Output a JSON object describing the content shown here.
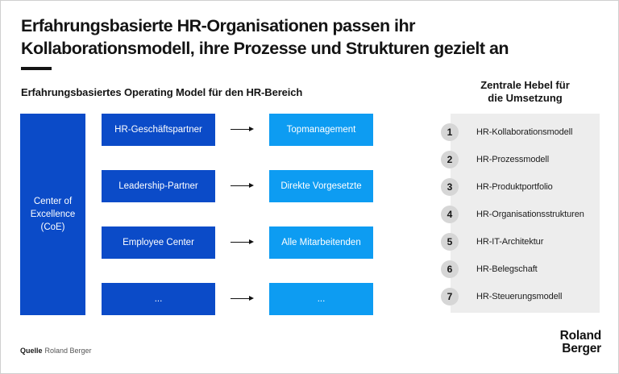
{
  "title": {
    "lines": [
      "Erfahrungsbasierte HR-Organisationen passen ihr",
      "Kollaborationsmodell, ihre Prozesse und Strukturen gezielt an"
    ]
  },
  "left_section": {
    "heading": "Erfahrungsbasiertes Operating Model für den HR-Bereich",
    "coe_lines": [
      "Center of",
      "Excellence",
      "(CoE)"
    ],
    "rows": [
      {
        "source": "HR-Geschäftspartner",
        "target": "Topmanagement"
      },
      {
        "source": "Leadership-Partner",
        "target": "Direkte Vorgesetzte"
      },
      {
        "source": "Employee Center",
        "target": "Alle Mitarbeitenden"
      },
      {
        "source": "...",
        "target": "..."
      }
    ]
  },
  "right_panel": {
    "heading_lines": [
      "Zentrale Hebel für",
      "die Umsetzung"
    ],
    "items": [
      {
        "number": "1",
        "label": "HR-Kollaborationsmodell"
      },
      {
        "number": "2",
        "label": "HR-Prozessmodell"
      },
      {
        "number": "3",
        "label": "HR-Produktportfolio"
      },
      {
        "number": "4",
        "label": "HR-Organisationsstrukturen"
      },
      {
        "number": "5",
        "label": "HR-IT-Architektur"
      },
      {
        "number": "6",
        "label": "HR-Belegschaft"
      },
      {
        "number": "7",
        "label": "HR-Steuerungsmodell"
      }
    ]
  },
  "footer": {
    "source_label": "Quelle",
    "source_text": "Roland Berger",
    "logo_lines": [
      "Roland",
      "Berger"
    ]
  },
  "colors": {
    "dark_blue": "#0b4bc8",
    "light_blue": "#0d9cf2",
    "panel_gray": "#ededed",
    "circle_gray": "#d6d6d6",
    "text_black": "#141414"
  }
}
